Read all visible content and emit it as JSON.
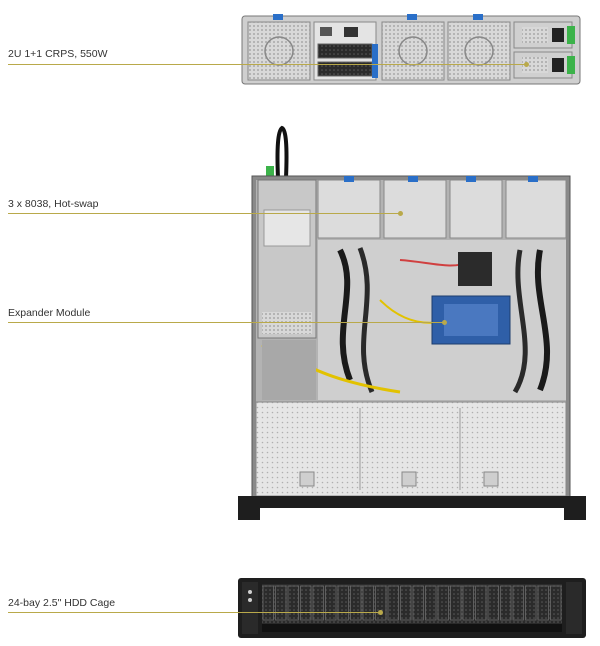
{
  "callouts": {
    "psu": "2U 1+1 CRPS, 550W",
    "fans": "3 x 8038, Hot-swap",
    "expander": "Expander Module",
    "cage": "24-bay 2.5\" HDD Cage"
  },
  "colors": {
    "leader": "#b9a94a",
    "chassis": "#9a9a9a",
    "frame": "#1e1e1e",
    "module": "#2f5fa8",
    "latch": "#3cb34a",
    "tab": "#2a6fc8"
  }
}
